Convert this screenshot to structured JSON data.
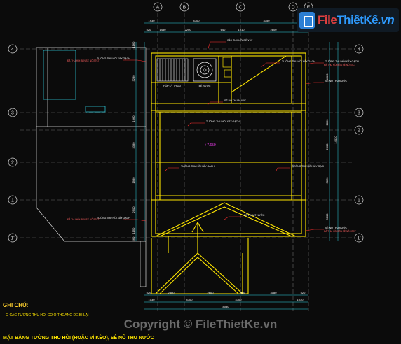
{
  "watermark": {
    "brand_prefix": "File",
    "brand_main": "ThiếtKế",
    "brand_suffix": ".vn",
    "copyright": "Copyright © FileThietKe.vn"
  },
  "drawing": {
    "notes_title": "GHI CHÚ:",
    "notes_line": "– Ô CÁC TƯỜNG THU HỒI CÓ Ô THOÁNG ĐỂ BI LẠI",
    "plan_title": "MẶT BẰNG TƯỜNG THU HỒI (HOẶC VÌ KÈO), SÊ NÔ THU NƯỚC",
    "level_mark": "+7.650",
    "grid_top": [
      "A",
      "B",
      "C",
      "D",
      "E"
    ],
    "grid_left": [
      "4",
      "3",
      "2",
      "1",
      "1'"
    ],
    "dim_top_outer": [
      "1930",
      "4700",
      "3350",
      "1530"
    ],
    "dim_top_inner": [
      "520",
      "1450",
      "2200",
      "640",
      "1910",
      "2800",
      "1050"
    ],
    "dim_bottom_outer": [
      "1030",
      "4700",
      "4700",
      "1030"
    ],
    "dim_bottom_inner": [
      "520",
      "2300",
      "2600",
      "900",
      "3180",
      "520"
    ],
    "dim_bottom_total": "8030",
    "dim_right": [
      "4380",
      "2890",
      "2300",
      "3820",
      "3100",
      "14020"
    ],
    "dim_left": [
      "1160",
      "3280",
      "1960",
      "3380",
      "1980",
      "2900",
      "1150",
      "560"
    ],
    "callouts": [
      "SÀN THU HỒI ĐỂ XÂY",
      "TƯỜNG THU HỒI XÂY GẠCH",
      "TƯỜNG THU HỒI XÂY GẠCH",
      "TƯỜNG THU HỒI XÂY GẠCH",
      "SÊ NÔ THU NƯỚC",
      "TƯỜNG THU HỒI XÂY GẠCH",
      "TƯỜNG THU HỒI XÂY GẠCH",
      "TƯỜNG THU HỒI XÂY GẠCH",
      "LỖ THOÁT NƯỚC",
      "TƯỜNG THU HỒI XÂY GẠCH",
      "SÊ NÔ THU NƯỚC",
      "SÊ NÔ THU NƯỚC"
    ],
    "side_notes_left": [
      "ĐÃ THU HỒI BÊN SÊ NÔ BTCT",
      "ĐÃ THU HỒI BÊN SÊ NÔ BTCT"
    ],
    "side_notes_right": [
      "ĐÃ THU HỒI BÊN SÊ NÔ BTCT",
      "ĐÃ THU HỒI BÊN SÊ NÔ BTCT"
    ],
    "stair_label": "HỘP KỸ THUẬT",
    "tank_label": "BỂ NƯỚC"
  }
}
